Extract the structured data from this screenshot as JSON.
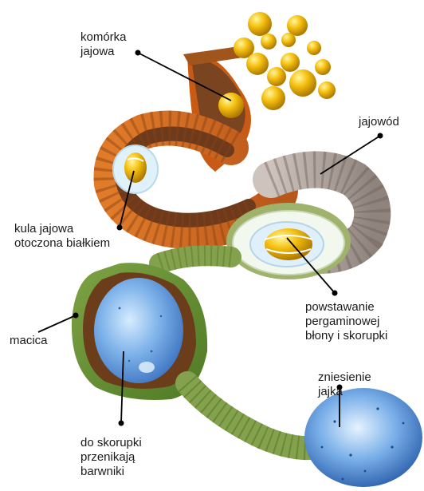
{
  "labels": {
    "egg_cell": "komórka\njajowa",
    "oviduct": "jajowód",
    "yolk_ball": "kula jajowa\notoczona białkiem",
    "membrane_shell": "powstawanie\npergaminowej\nbłony i skorupki",
    "uterus": "macica",
    "pigments": "do skorupki\nprzenikają\nbarwniki",
    "laying": "zniesienie\njajka"
  },
  "colors": {
    "yolk": "#f2b705",
    "oviduct_orange": "#d9712a",
    "oviduct_grey": "#a79a93",
    "uterus_green": "#5d8a2f",
    "egg_blue": "#4d8fd8",
    "leader_line": "#000000"
  }
}
